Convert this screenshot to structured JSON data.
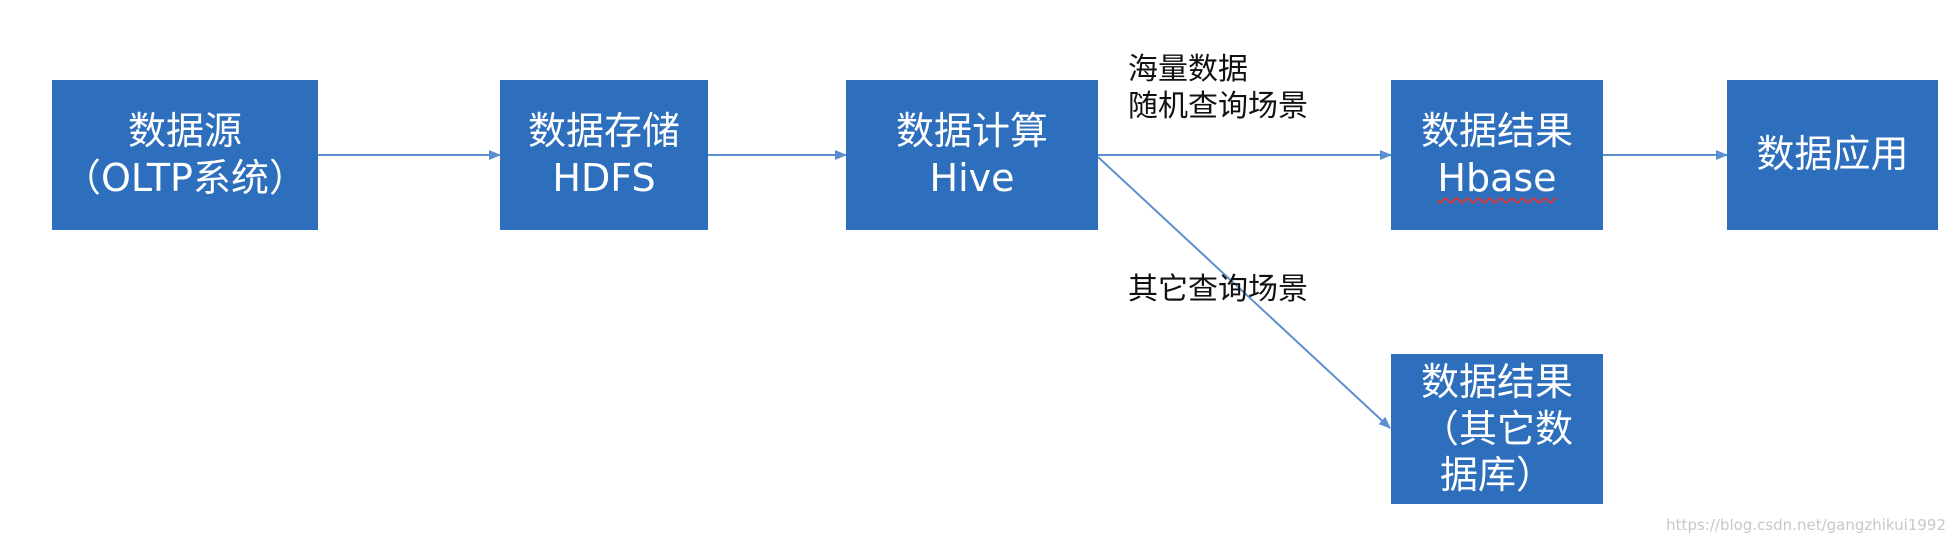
{
  "nodes": {
    "source": {
      "line1": "数据源",
      "line2": "（OLTP系统）"
    },
    "storage": {
      "line1": "数据存储",
      "line2": "HDFS"
    },
    "compute": {
      "line1": "数据计算",
      "line2": "Hive"
    },
    "hbase": {
      "line1": "数据结果",
      "line2": "Hbase"
    },
    "app": {
      "line1": "数据应用"
    },
    "other_db": {
      "line1": "数据结果",
      "line2": "（其它数",
      "line3": "据库）"
    }
  },
  "edges": {
    "massive_label_line1": "海量数据",
    "massive_label_line2": "随机查询场景",
    "other_label": "其它查询场景"
  },
  "colors": {
    "node_fill": "#2e6fbd",
    "edge": "#5b8fcf",
    "text_on_node": "#ffffff"
  },
  "watermark": "https://blog.csdn.net/gangzhikui1992"
}
